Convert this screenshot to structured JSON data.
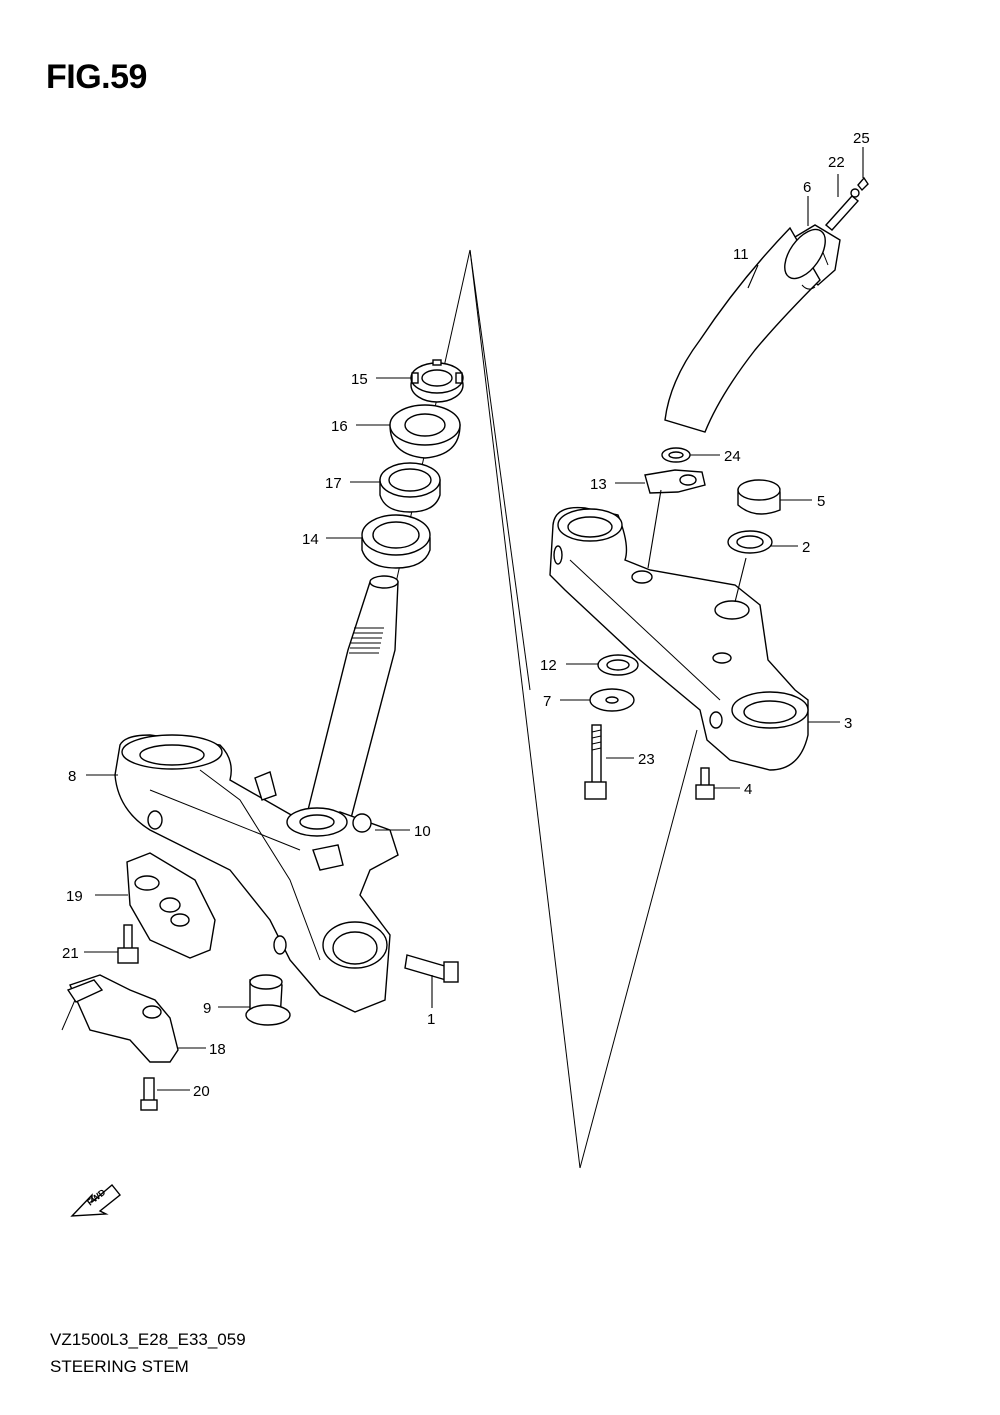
{
  "header": {
    "figure_label": "FIG.59"
  },
  "footer": {
    "model_code": "VZ1500L3_E28_E33_059",
    "section_title": "STEERING STEM"
  },
  "direction_arrow": {
    "label": "FWD"
  },
  "callouts": {
    "c1": "1",
    "c2": "2",
    "c3": "3",
    "c4": "4",
    "c5": "5",
    "c6": "6",
    "c7": "7",
    "c8": "8",
    "c9": "9",
    "c10": "10",
    "c11": "11",
    "c12": "12",
    "c13": "13",
    "c14": "14",
    "c15": "15",
    "c16": "16",
    "c17": "17",
    "c18": "18",
    "c19": "19",
    "c20": "20",
    "c21": "21",
    "c22": "22",
    "c23": "23",
    "c24": "24",
    "c25": "25"
  }
}
